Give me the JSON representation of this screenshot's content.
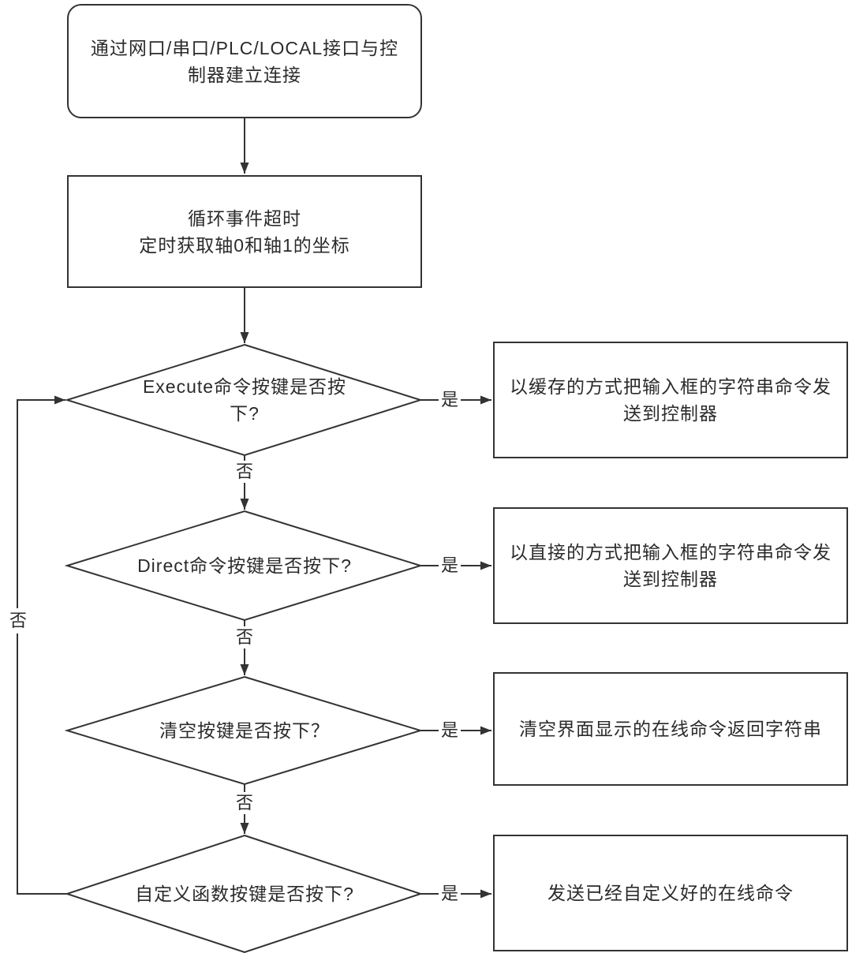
{
  "flow": {
    "start": "通过网口/串口/PLC/LOCAL接口与控\n制器建立连接",
    "process": "循环事件超时\n定时获取轴0和轴1的坐标",
    "yes": "是",
    "no": "否",
    "decisions": [
      {
        "question": "Execute命令按键是否按\n下?",
        "action": "以缓存的方式把输入框的字符串命令发\n送到控制器"
      },
      {
        "question": "Direct命令按键是否按下?",
        "action": "以直接的方式把输入框的字符串命令发\n送到控制器"
      },
      {
        "question": "清空按键是否按下？",
        "action": "清空界面显示的在线命令返回字符串"
      },
      {
        "question": "自定义函数按键是否按下?",
        "action": "发送已经自定义好的在线命令"
      }
    ],
    "colors": {
      "line": "#333333",
      "text": "#2b2b2b",
      "background": "#ffffff"
    }
  }
}
